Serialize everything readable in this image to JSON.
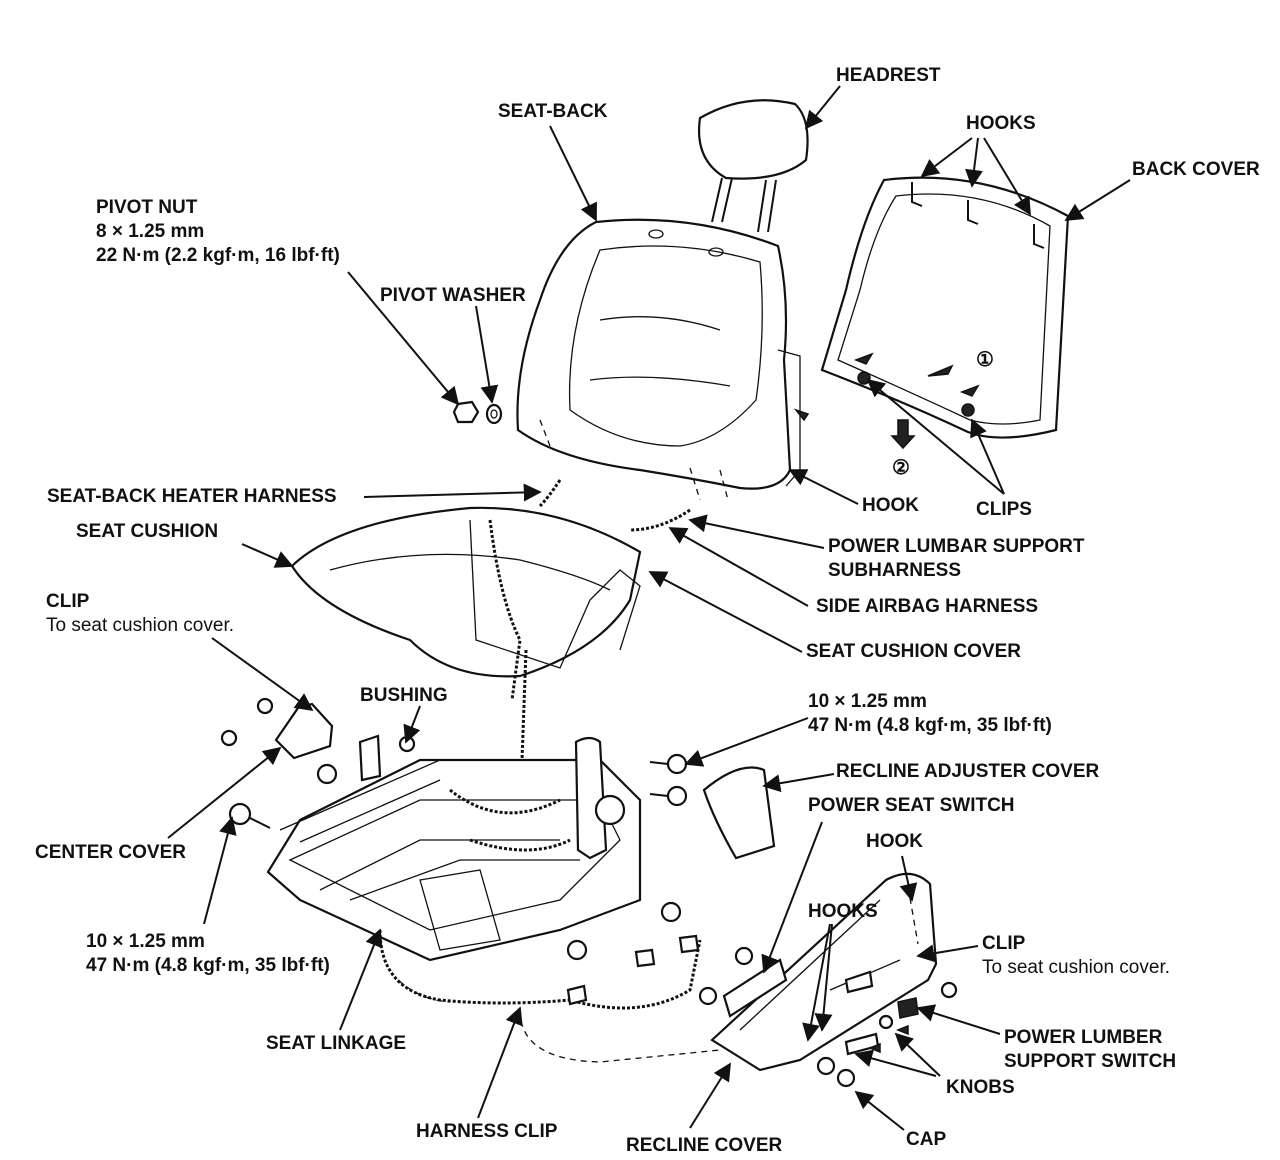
{
  "labels": {
    "headrest": "HEADREST",
    "seat_back": "SEAT-BACK",
    "hooks_top": "HOOKS",
    "back_cover": "BACK COVER",
    "pivot_nut": "PIVOT NUT",
    "pivot_nut_size": "8 × 1.25 mm",
    "pivot_nut_torque": "22 N·m (2.2 kgf·m, 16 lbf·ft)",
    "pivot_washer": "PIVOT WASHER",
    "step_1": "①",
    "step_2": "②",
    "seat_back_heater_harness": "SEAT-BACK HEATER HARNESS",
    "hook_back": "HOOK",
    "clips": "CLIPS",
    "seat_cushion": "SEAT CUSHION",
    "power_lumbar_subharness_l1": "POWER LUMBAR SUPPORT",
    "power_lumbar_subharness_l2": "SUBHARNESS",
    "clip_left": "CLIP",
    "clip_left_note": "To seat cushion cover.",
    "side_airbag_harness": "SIDE AIRBAG HARNESS",
    "seat_cushion_cover": "SEAT CUSHION COVER",
    "bushing": "BUSHING",
    "bolt_right_size": "10 × 1.25 mm",
    "bolt_right_torque": "47 N·m (4.8 kgf·m, 35 lbf·ft)",
    "recline_adjuster_cover": "RECLINE ADJUSTER COVER",
    "power_seat_switch": "POWER SEAT SWITCH",
    "center_cover": "CENTER COVER",
    "hook_recline": "HOOK",
    "hooks_recline": "HOOKS",
    "bolt_left_size": "10 × 1.25 mm",
    "bolt_left_torque": "47 N·m (4.8 kgf·m, 35 lbf·ft)",
    "clip_right": "CLIP",
    "clip_right_note": "To seat cushion cover.",
    "seat_linkage": "SEAT LINKAGE",
    "power_lumber_switch_l1": "POWER LUMBER",
    "power_lumber_switch_l2": "SUPPORT SWITCH",
    "knobs": "KNOBS",
    "harness_clip": "HARNESS CLIP",
    "recline_cover": "RECLINE COVER",
    "cap": "CAP"
  }
}
